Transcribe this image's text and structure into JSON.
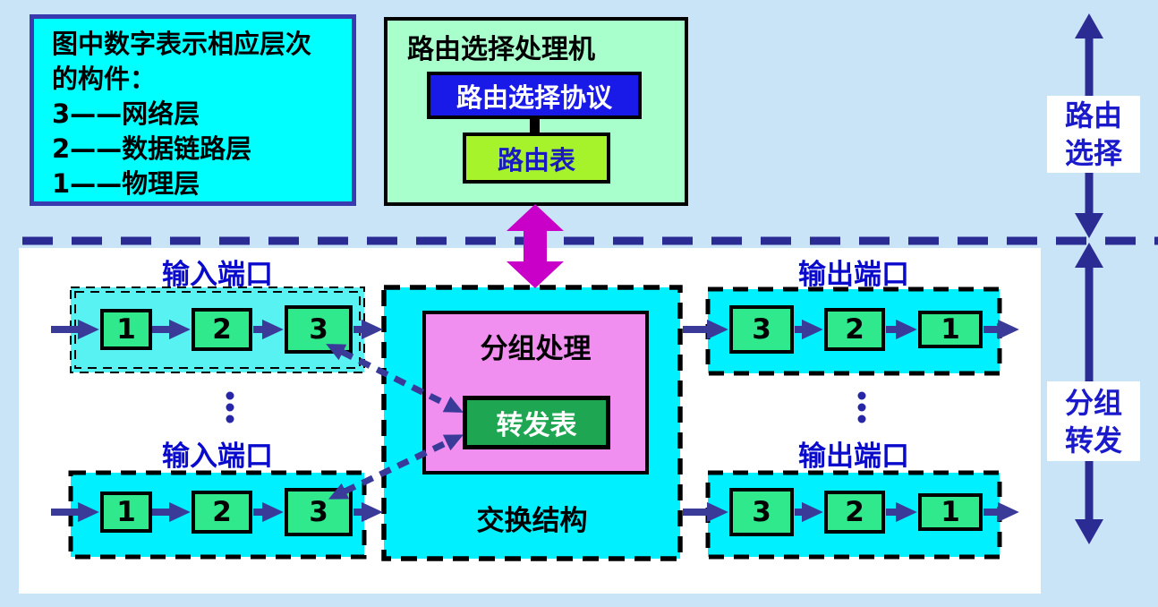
{
  "legend": {
    "lines": [
      "图中数字表示相应层次",
      "的构件：",
      "3——网络层",
      "2——数据链路层",
      "1——物理层"
    ]
  },
  "processor": {
    "title": "路由选择处理机",
    "protocol": "路由选择协议",
    "routing_table": "路由表"
  },
  "side_labels": {
    "routing": {
      "line1": "路由",
      "line2": "选择"
    },
    "forwarding": {
      "line1": "分组",
      "line2": "转发"
    }
  },
  "ports": {
    "input_label": "输入端口",
    "output_label": "输出端口",
    "input_modules": [
      "1",
      "2",
      "3"
    ],
    "output_modules": [
      "3",
      "2",
      "1"
    ]
  },
  "center": {
    "packet_processing": "分组处理",
    "forwarding_table": "转发表",
    "switching_fabric": "交换结构"
  },
  "colors": {
    "page_bg": "#C9E3F7",
    "legend_cyan": "#00FFFF",
    "legend_border": "#3A3AB0",
    "processor_mint": "#A8FFCB",
    "protocol_blue": "#1A1AE8",
    "routing_table_greenyellow": "#A6F22B",
    "port_cyan": "#00F0FF",
    "port_cyan_light": "#58F2F2",
    "module_green": "#2FE98C",
    "packet_processing_pink": "#F08FEF",
    "forwarding_table_green": "#1FA653",
    "magenta_arrow": "#C800C8",
    "arrow_blue": "#3A3A99",
    "label_blue": "#0A0ACC"
  }
}
